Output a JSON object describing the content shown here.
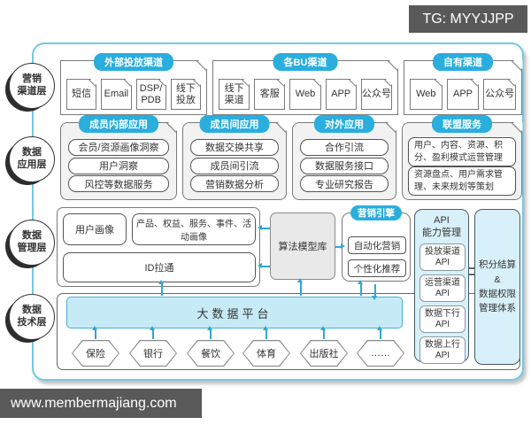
{
  "watermark": {
    "telegram": "TG: MYYJJPP",
    "website": "www.membermajiang.com"
  },
  "layers": {
    "marketing_channel": "营销\n渠道层",
    "data_application": "数据\n应用层",
    "data_management": "数据\n管理层",
    "data_technology": "数据\n技术层"
  },
  "channel_row": {
    "groups": [
      {
        "title": "外部投放渠道",
        "items": [
          "短信",
          "Email",
          "DSP/\nPDB",
          "线下\n投放"
        ]
      },
      {
        "title": "各BU渠道",
        "items": [
          "线下\n渠道",
          "客服",
          "Web",
          "APP",
          "公众号"
        ]
      },
      {
        "title": "自有渠道",
        "items": [
          "Web",
          "APP",
          "公众号"
        ]
      }
    ]
  },
  "application_row": {
    "groups": [
      {
        "title": "成员内部应用",
        "items": [
          "会员/资源画像洞察",
          "用户洞察",
          "风控等数据服务"
        ]
      },
      {
        "title": "成员间应用",
        "items": [
          "数据交换共享",
          "成员间引流",
          "营销数据分析"
        ]
      },
      {
        "title": "对外应用",
        "items": [
          "合作引流",
          "数据服务接口",
          "专业研究报告"
        ]
      },
      {
        "title": "联盟服务",
        "items": [
          "用户、内容、资源、积分、盈利模式运营管理",
          "资源盘点、用户需求管理、未来规划等策划"
        ]
      }
    ]
  },
  "management_row": {
    "profile_group": {
      "user_profile": "用户画像",
      "object_profile": "产品、权益、服务、事件、活动画像",
      "id_mapping": "ID拉通"
    },
    "algorithm_box": "算法模型库",
    "marketing_engine": {
      "title": "营销引擎",
      "items": [
        "自动化营销",
        "个性化推荐"
      ]
    },
    "api_panel": {
      "title": "API\n能力管理",
      "items": [
        "投放渠道\nAPI",
        "运营渠道\nAPI",
        "数据下行\nAPI",
        "数据上行\nAPI"
      ]
    },
    "settlement_panel": "积分结算\n&\n数据权限\n管理体系"
  },
  "technology_row": {
    "platform": "大数据平台",
    "industries": [
      "保险",
      "银行",
      "餐饮",
      "体育",
      "出版社",
      "……"
    ]
  },
  "colors": {
    "accent_blue": "#29aede",
    "frame_border": "#6fc9e7",
    "light_cyan_fill": "#d8f0fa",
    "platform_fill": "#c7ebf6",
    "arrow": "#2fa8d5",
    "watermark_bg": "#595959"
  }
}
